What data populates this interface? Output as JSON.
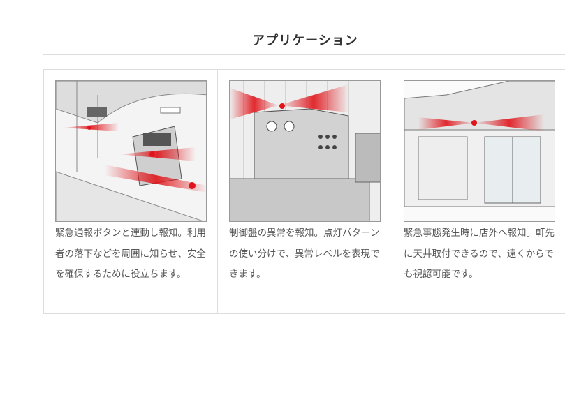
{
  "section_title": "アプリケーション",
  "applications": [
    {
      "illustration": "station-platform-illustration",
      "description": "緊急通報ボタンと連動し報知。利用者の落下などを周囲に知らせ、安全を確保するために役立ちます。"
    },
    {
      "illustration": "control-panel-illustration",
      "description": "制御盤の異常を報知。点灯パターンの使い分けで、異常レベルを表現できます。"
    },
    {
      "illustration": "storefront-illustration",
      "description": "緊急事態発生時に店外へ報知。軒先に天井取付できるので、遠くからでも視認可能です。"
    }
  ],
  "colors": {
    "beam": "#e0141a",
    "line": "#dddddd"
  }
}
